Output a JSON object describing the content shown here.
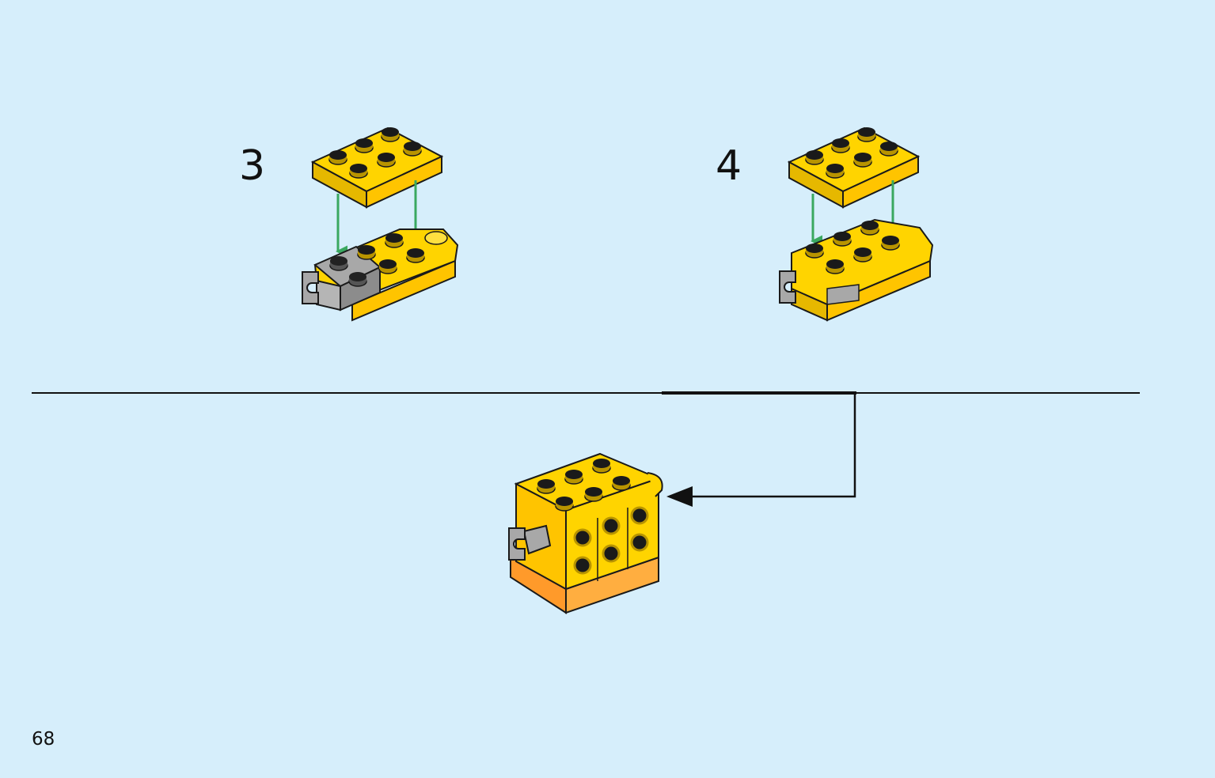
{
  "page": {
    "number": "68"
  },
  "steps": [
    {
      "number": "3",
      "parts": [
        "yellow-plate-2x3",
        "yellow-round-end-plate",
        "gray-clip-plate"
      ]
    },
    {
      "number": "4",
      "parts": [
        "yellow-plate-2x3",
        "yellow-round-end-plate",
        "gray-clip-plate"
      ]
    }
  ],
  "colors": {
    "background": "#d6eefb",
    "brick_yellow": "#ffd400",
    "brick_yellow_dark": "#e6b800",
    "brick_gray": "#a8a8a8",
    "brick_orange": "#ff9a2a",
    "arrow_green": "#3aa860",
    "outline": "#1a1a1a"
  }
}
